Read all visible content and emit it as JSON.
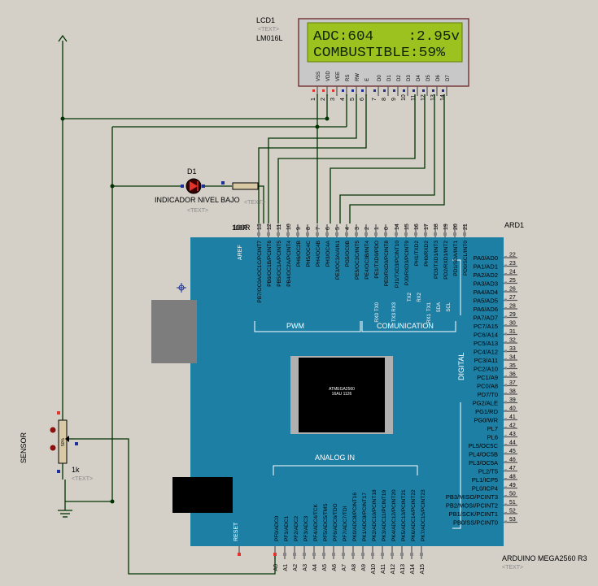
{
  "lcd": {
    "ref": "LCD1",
    "text_tag": "<TEXT>",
    "model": "LM016L",
    "line1": "ADC:604    :2.95v",
    "line2": "COMBUSTIBLE:59%",
    "pin_names": [
      "VSS",
      "VDD",
      "VEE",
      "RS",
      "RW",
      "E",
      "D0",
      "D1",
      "D2",
      "D3",
      "D4",
      "D5",
      "D6",
      "D7"
    ],
    "pin_numbers": [
      "1",
      "2",
      "3",
      "4",
      "5",
      "6",
      "7",
      "8",
      "9",
      "10",
      "11",
      "12",
      "13",
      "14"
    ]
  },
  "led": {
    "ref": "D1",
    "label": "INDICADOR NIVEL BAJO",
    "text_tag": "<TEXT>"
  },
  "resistor": {
    "value": "100R",
    "text_tag": "<TEXT>"
  },
  "sensor": {
    "label": "SENSOR",
    "value": "1k",
    "text_tag": "<TEXT>",
    "percent": "50%"
  },
  "arduino": {
    "ref": "ARD1",
    "model": "ARDUINO MEGA2560 R3",
    "text_tag": "<TEXT>",
    "aref": "AREF",
    "reset": "RESET",
    "pwm": "PWM",
    "communication": "COMUNICATION",
    "digital": "DIGITAL",
    "analog_in": "ANALOG IN",
    "chip_line1": "ATMEGA2560",
    "chip_line2": "16AU 1126",
    "top_numbers": [
      "13",
      "12",
      "11",
      "10",
      "9",
      "8",
      "7",
      "6",
      "5",
      "4",
      "3",
      "2",
      "1",
      "0",
      "14",
      "15",
      "16",
      "17",
      "18",
      "19",
      "20",
      "21"
    ],
    "top_pins_left": [
      "PB7/OC0A/OC1C/PCINT7",
      "PB6/OC1B/PCINT6",
      "PB5/OC1A/PCINT5",
      "PB4/OC2A/PCINT4",
      "PH6/OC2B",
      "PH5/OC4C",
      "PH4/OC4B",
      "PH3/OC4A",
      "PE3/OC3A/AIN1",
      "PG5/OC0B",
      "PE5/OC3C/INT5",
      "PE4/OC3B/INT4",
      "PE1/TXD0/PDO",
      "PE0/RXD0/PCINT8"
    ],
    "top_pins_right": [
      "PJ1/TXD3/PCINT10",
      "PJ0/RXD3/PCINT9",
      "PH1/TXD2",
      "PH0/RXD2",
      "PD3/TXD1/INT3",
      "PD2/RXD1/INT2",
      "PD1/SDA/INT1",
      "PD0/SCL/INT0"
    ],
    "tx_rx_labels": [
      "TX0",
      "RX0",
      "TX3",
      "RX3",
      "TX2",
      "RX2",
      "TX1",
      "RX1",
      "SDA",
      "SCL"
    ],
    "right_pins": [
      "PA0/AD0",
      "PA1/AD1",
      "PA2/AD2",
      "PA3/AD3",
      "PA4/AD4",
      "PA5/AD5",
      "PA6/AD6",
      "PA7/AD7",
      "PC7/A15",
      "PC6/A14",
      "PC5/A13",
      "PC4/A12",
      "PC3/A11",
      "PC2/A10",
      "PC1/A9",
      "PC0/A8",
      "PD7/T0",
      "PG2/ALE",
      "PG1/RD",
      "PG0/WR",
      "PL7",
      "PL6",
      "PL5/OC5C",
      "PL4/OC5B",
      "PL3/OC5A",
      "PL2/T5",
      "PL1/ICP5",
      "PL0/ICP4",
      "PB3/MISO/PCINT3",
      "PB2/MOSI/PCINT2",
      "PB1/SCK/PCINT1",
      "PB0/SS/PCINT0"
    ],
    "right_numbers": [
      "22",
      "23",
      "24",
      "25",
      "26",
      "27",
      "28",
      "29",
      "30",
      "31",
      "32",
      "33",
      "34",
      "35",
      "36",
      "37",
      "38",
      "39",
      "40",
      "41",
      "42",
      "43",
      "44",
      "45",
      "46",
      "47",
      "48",
      "49",
      "50",
      "51",
      "52",
      "53"
    ],
    "analog_pins_left": [
      "PF0/ADC0",
      "PF1/ADC1",
      "PF2/ADC2",
      "PF3/ADC3",
      "PF4/ADC4/TCK",
      "PF5/ADC5/TMS",
      "PF6/ADC6/TDO",
      "PF7/ADC7/TDI"
    ],
    "analog_pins_right": [
      "PK0/ADC8/PCINT16",
      "PK1/ADC9/PCINT17",
      "PK2/ADC10/PCINT18",
      "PK3/ADC11/PCINT19",
      "PK4/ADC12/PCINT20",
      "PK5/ADC13/PCINT21",
      "PK6/ADC14/PCINT22",
      "PK7/ADC15/PCINT23"
    ],
    "analog_numbers": [
      "A0",
      "A1",
      "A2",
      "A3",
      "A4",
      "A5",
      "A6",
      "A7",
      "A8",
      "A9",
      "A10",
      "A11",
      "A12",
      "A13",
      "A14",
      "A15"
    ]
  }
}
